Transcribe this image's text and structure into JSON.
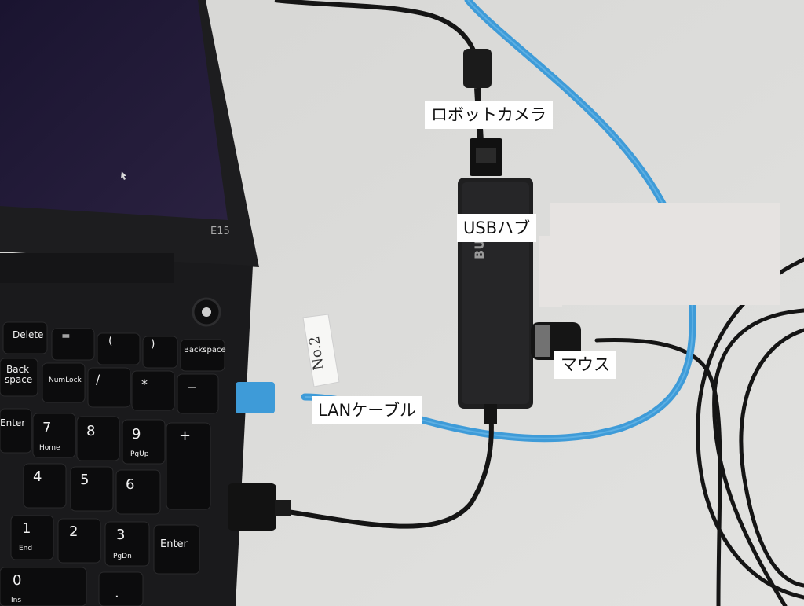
{
  "labels": {
    "robot_camera": "ロボットカメラ",
    "usb_hub": "USBハブ",
    "lan_cable": "LANケーブル",
    "mouse": "マウス"
  },
  "laptop": {
    "model": "E15",
    "keys": {
      "delete": "Delete",
      "backspace": "Backspace",
      "back_space_1": "Back",
      "back_space_2": "space",
      "numlock": "NumLock",
      "enter": "Enter",
      "home": "Home",
      "pgup": "PgUp",
      "end": "End",
      "pgdn": "PgDn",
      "ins": "Ins"
    }
  },
  "tag": {
    "text": "No.2"
  },
  "colors": {
    "desk": "#dcdcda",
    "lan_cable": "#3e9bd8",
    "laptop_body": "#1c1c1e",
    "screen": "#221a36",
    "label_bg": "#ffffff"
  }
}
